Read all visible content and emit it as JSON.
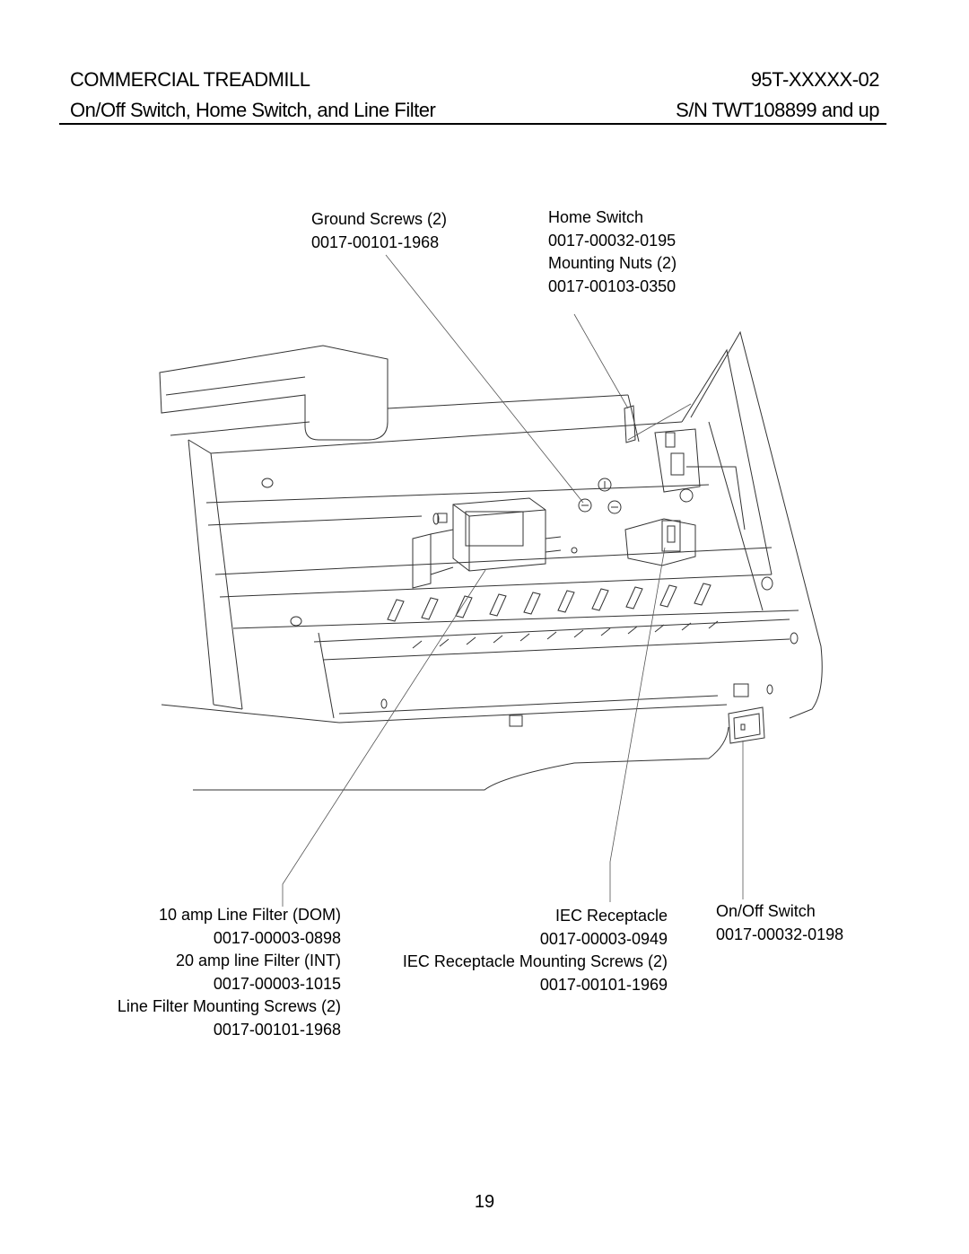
{
  "header": {
    "title": "COMMERCIAL TREADMILL",
    "doc_number": "95T-XXXXX-02",
    "subtitle": "On/Off Switch, Home Switch, and Line Filter",
    "serial": "S/N TWT108899 and up"
  },
  "callouts": {
    "ground_screws": {
      "name": "Ground Screws (2)",
      "part": "0017-00101-1968"
    },
    "home_switch": {
      "name": "Home Switch",
      "part": "0017-00032-0195",
      "nuts_name": "Mounting Nuts (2)",
      "nuts_part": "0017-00103-0350"
    },
    "line_filter": {
      "name_10a": "10 amp Line Filter (DOM)",
      "part_10a": "0017-00003-0898",
      "name_20a": "20 amp line Filter (INT)",
      "part_20a": "0017-00003-1015",
      "screws_name": "Line Filter Mounting Screws (2)",
      "screws_part": "0017-00101-1968"
    },
    "iec_receptacle": {
      "name": "IEC Receptacle",
      "part": "0017-00003-0949",
      "screws_name": "IEC Receptacle Mounting Screws (2)",
      "screws_part": "0017-00101-1969"
    },
    "on_off_switch": {
      "name": "On/Off Switch",
      "part": "0017-00032-0198"
    }
  },
  "page_number": "19"
}
